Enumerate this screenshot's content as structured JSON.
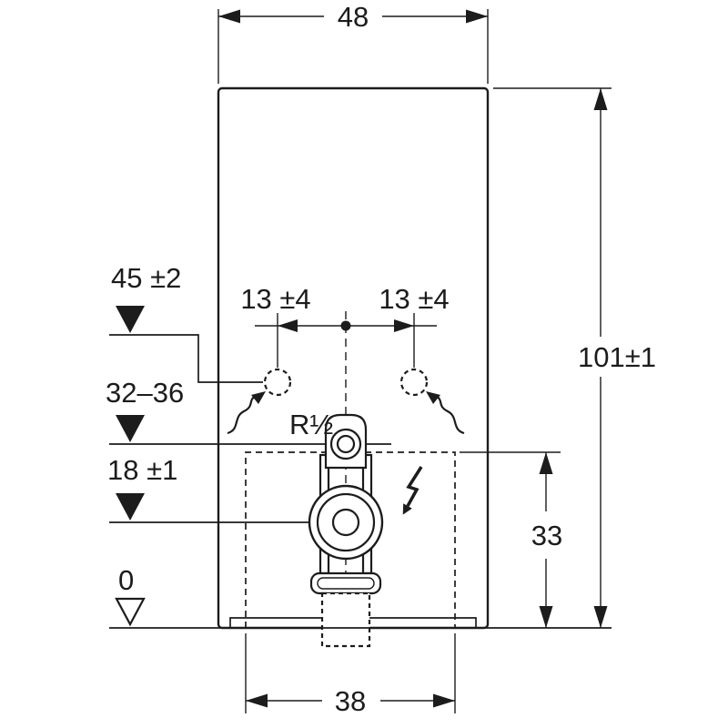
{
  "diagram": {
    "type": "technical-dimension-drawing",
    "subject": "sanitary-module-front-view",
    "colors": {
      "line": "#1c1c1c",
      "background": "#ffffff"
    },
    "labels": {
      "width_top": "48",
      "height_overall": "101±1",
      "hole_offset_left": "13 ±4",
      "hole_offset_right": "13 ±4",
      "level_45": "45 ±2",
      "level_32_36": "32–36",
      "level_18": "18 ±1",
      "level_0": "0",
      "thread": "R½",
      "recess_height": "33",
      "recess_width": "38"
    }
  }
}
